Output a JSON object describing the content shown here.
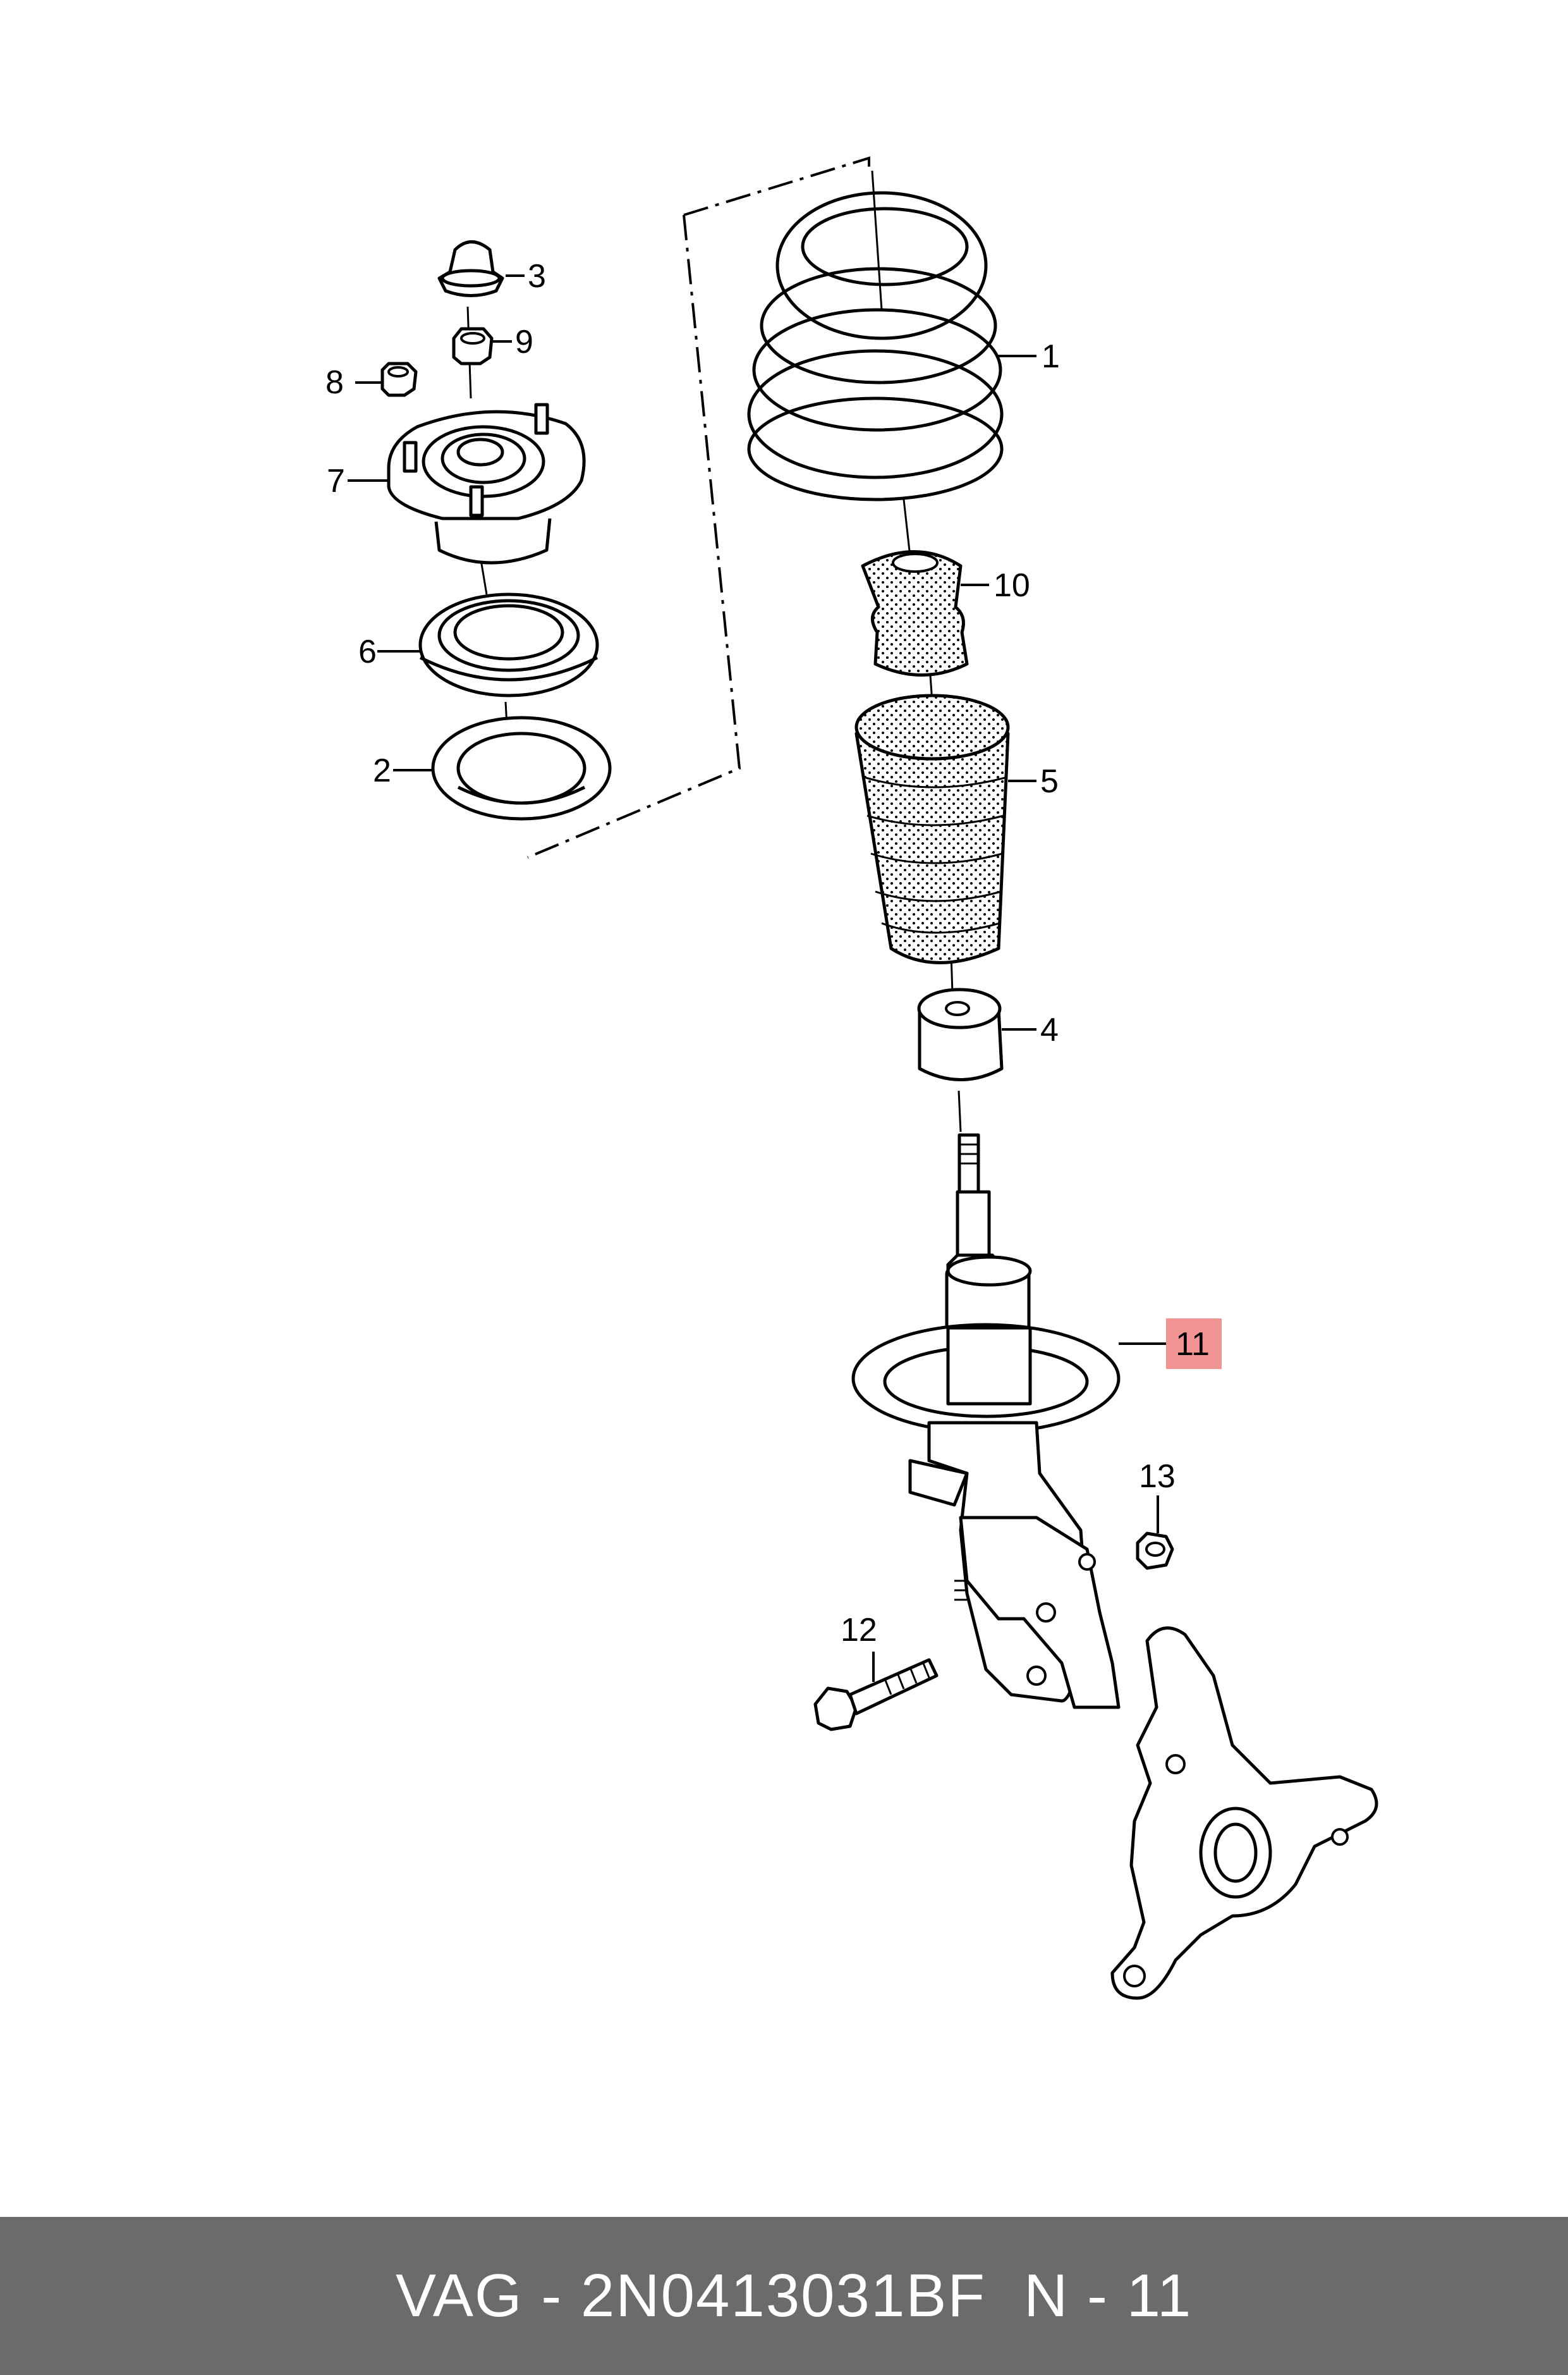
{
  "callouts": [
    {
      "id": "1",
      "text": "1"
    },
    {
      "id": "2",
      "text": "2"
    },
    {
      "id": "3",
      "text": "3"
    },
    {
      "id": "4",
      "text": "4"
    },
    {
      "id": "5",
      "text": "5"
    },
    {
      "id": "6",
      "text": "6"
    },
    {
      "id": "7",
      "text": "7"
    },
    {
      "id": "8",
      "text": "8"
    },
    {
      "id": "9",
      "text": "9"
    },
    {
      "id": "10",
      "text": "10"
    },
    {
      "id": "11",
      "text": "11",
      "highlight": true
    },
    {
      "id": "12",
      "text": "12"
    },
    {
      "id": "13",
      "text": "13"
    }
  ],
  "colors": {
    "highlight": "#f19494",
    "footer_bg": "#6b6b6b",
    "footer_text": "#ffffff",
    "line": "#000000"
  },
  "footer": {
    "reference": "VAG - 2N0413031BF",
    "page": "N - 11"
  }
}
